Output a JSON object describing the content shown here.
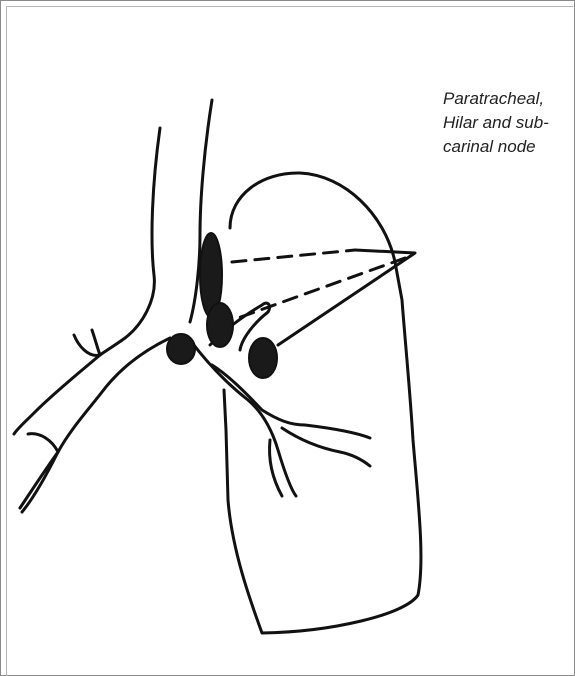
{
  "caption": {
    "lines": [
      "Paratracheal,",
      "Hilar and sub-",
      "carinal node"
    ]
  },
  "colors": {
    "ink": "#111111",
    "node_fill": "#1a1a1a",
    "background": "#ffffff",
    "frame": "#8a8a8a"
  }
}
